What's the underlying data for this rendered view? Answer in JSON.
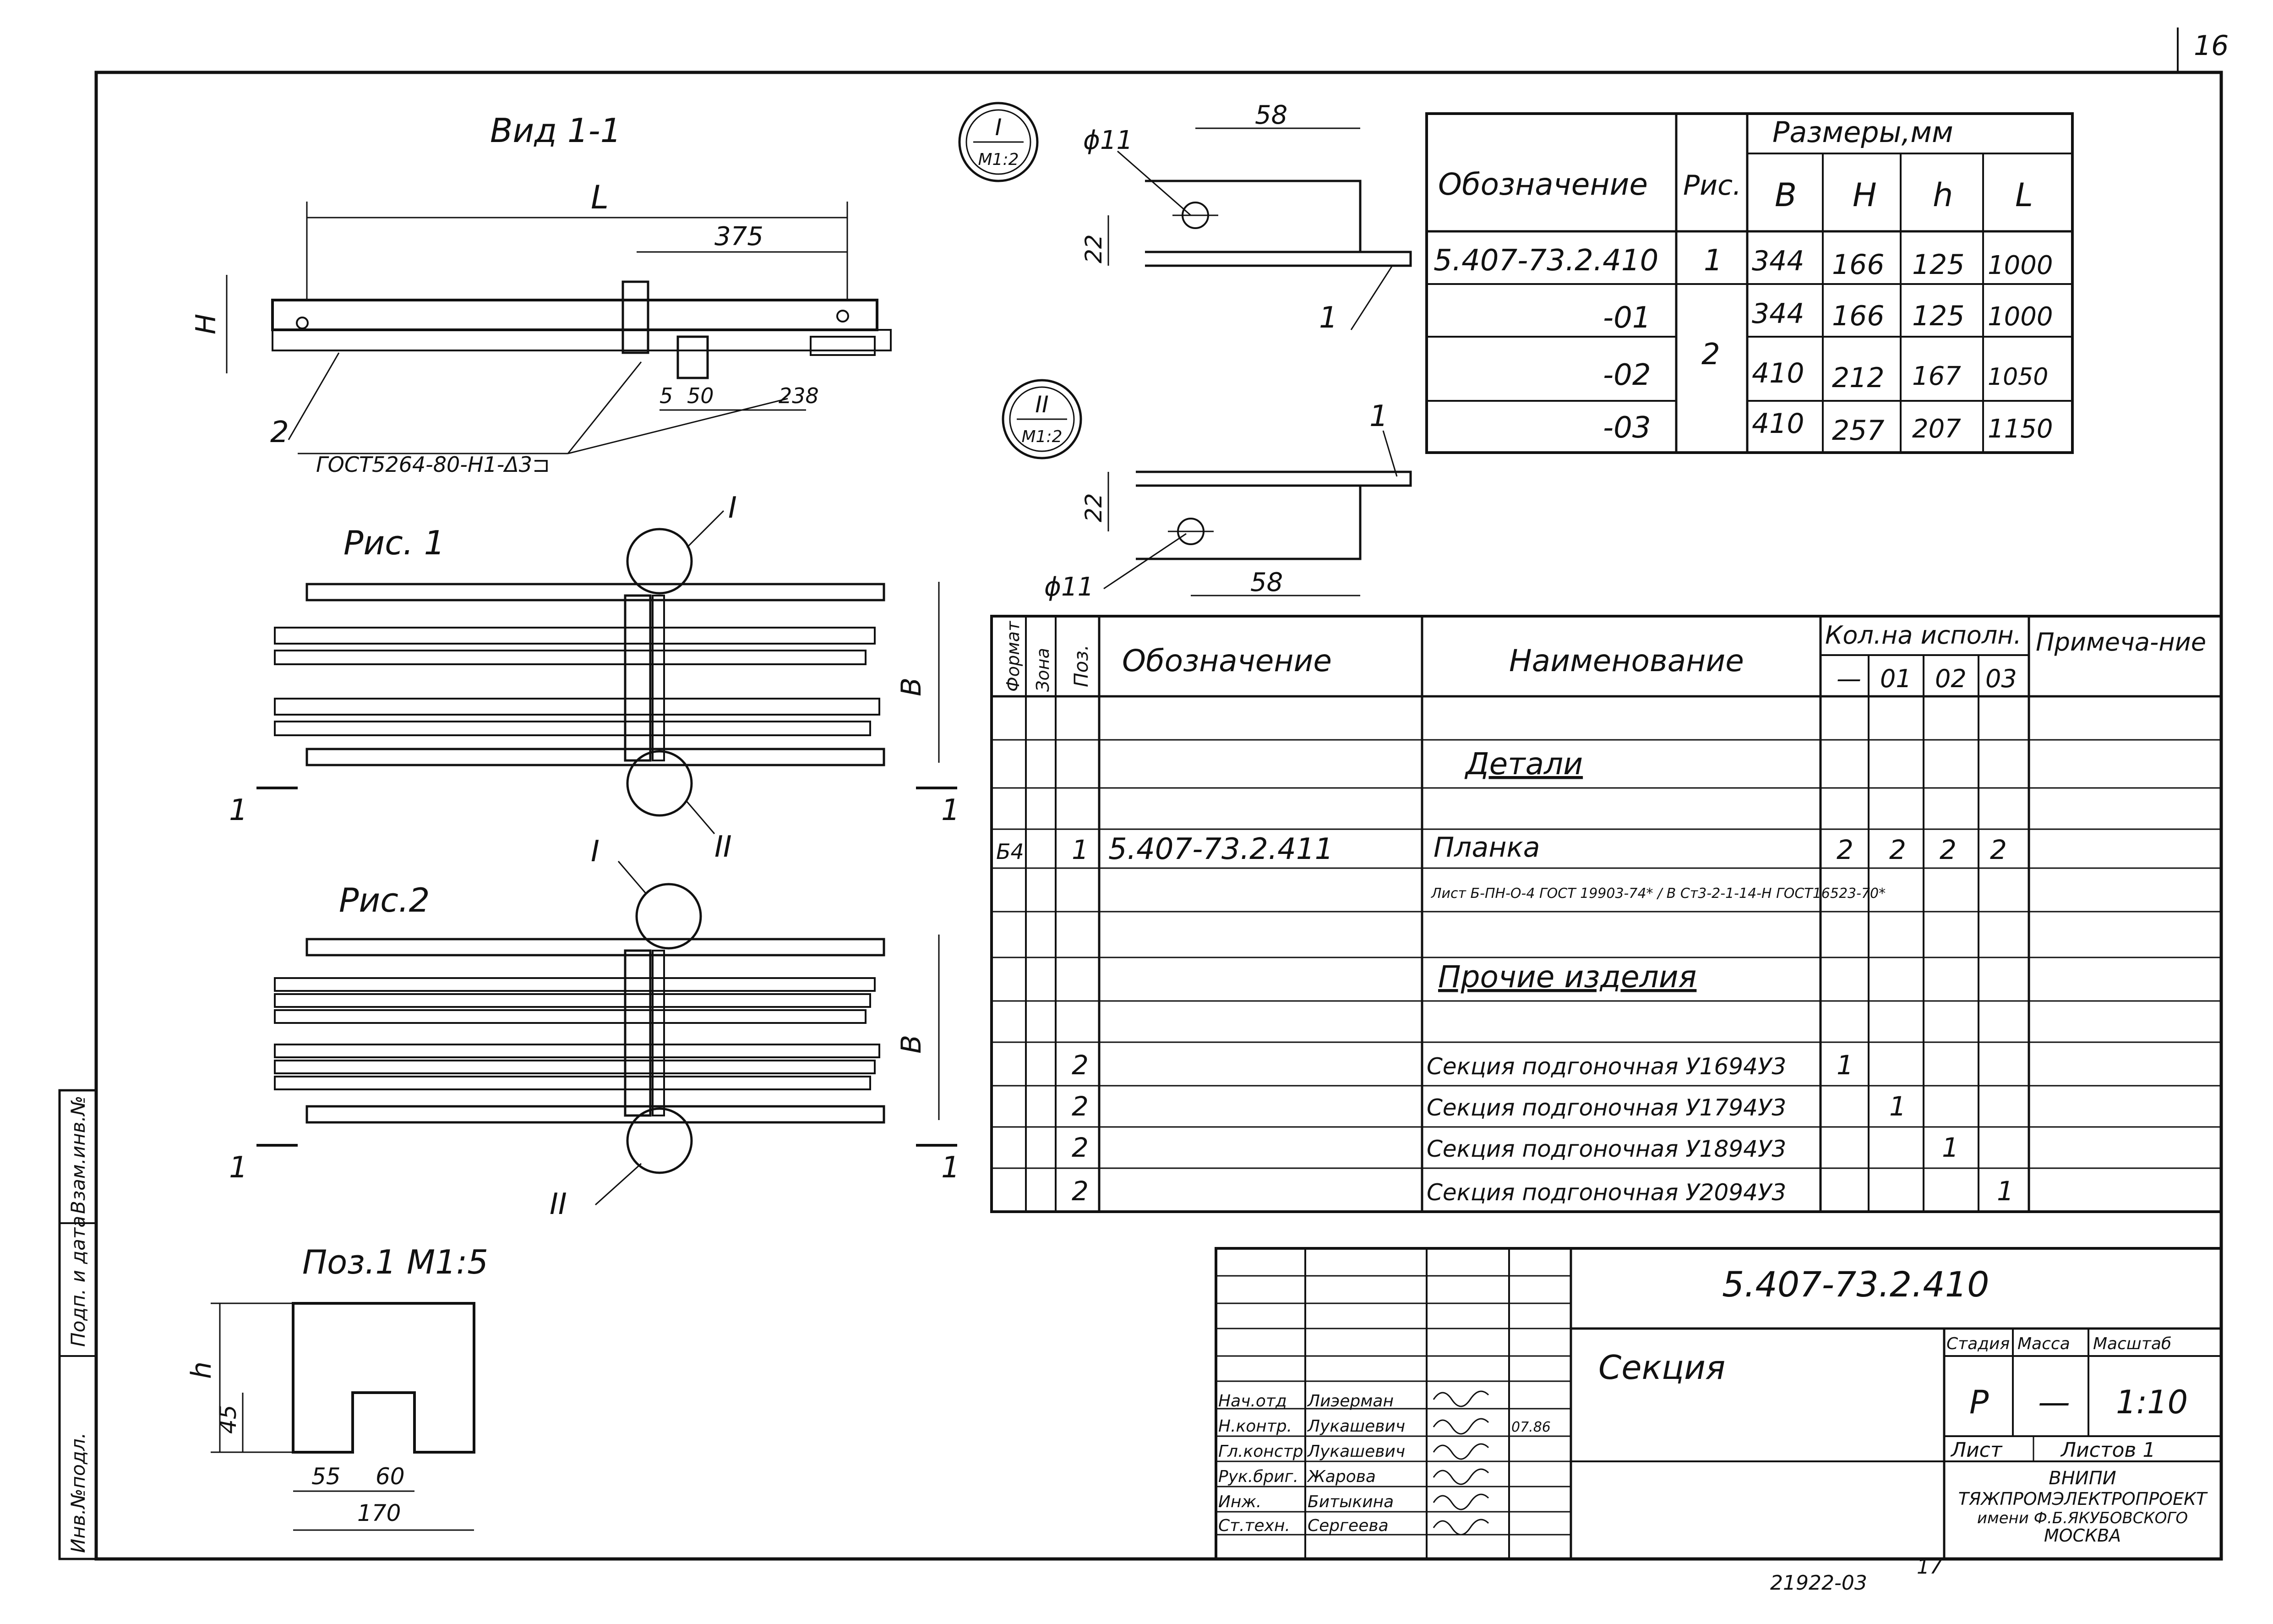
{
  "page_number": "16",
  "view_1_1": {
    "title": "Вид 1-1",
    "dim_L": "L",
    "dim_H": "H",
    "dim_375": "375",
    "dim_5": "5",
    "dim_50": "50",
    "dim_238": "238",
    "callout_2": "2",
    "weld_note": "ГОСТ5264-80-Н1-Δ3⊐"
  },
  "fig1": {
    "title": "Рис. 1",
    "callout_I": "I",
    "callout_II": "II",
    "dim_B": "B",
    "section_mark": "1"
  },
  "fig2": {
    "title": "Рис.2",
    "callout_I": "I",
    "callout_II": "II",
    "dim_B": "B",
    "section_mark": "1"
  },
  "detail_I": {
    "label": "I",
    "scale": "M1:2",
    "dia": "ϕ11",
    "dim_58": "58",
    "dim_22": "22",
    "callout_1": "1"
  },
  "detail_II": {
    "label": "II",
    "scale": "M1:2",
    "dia": "ϕ11",
    "dim_58": "58",
    "dim_22": "22",
    "callout_1": "1"
  },
  "pos1": {
    "title": "Поз.1 М1:5",
    "dim_h": "h",
    "dim_45": "45",
    "dim_55": "55",
    "dim_60": "60",
    "dim_170": "170"
  },
  "dims_table": {
    "header_designation": "Обозначение",
    "header_fig": "Рис.",
    "header_sizes": "Размеры,мм",
    "cols": [
      "B",
      "H",
      "h",
      "L"
    ],
    "rows": [
      {
        "designation": "5.407-73.2.410",
        "fig": "1",
        "B": "344",
        "H": "166",
        "h": "125",
        "L": "1000"
      },
      {
        "designation": "-01",
        "fig": "2",
        "B": "344",
        "H": "166",
        "h": "125",
        "L": "1000"
      },
      {
        "designation": "-02",
        "fig": "",
        "B": "410",
        "H": "212",
        "h": "167",
        "L": "1050"
      },
      {
        "designation": "-03",
        "fig": "",
        "B": "410",
        "H": "257",
        "h": "207",
        "L": "1150"
      }
    ]
  },
  "spec_table": {
    "h_format": "Формат",
    "h_zone": "Зона",
    "h_pos": "Поз.",
    "h_designation": "Обозначение",
    "h_name": "Наименование",
    "h_qty": "Кол.на исполн.",
    "h_qty_cols": [
      "—",
      "01",
      "02",
      "03"
    ],
    "h_note": "Примеча-ние",
    "section_details": "Детали",
    "section_other": "Прочие изделия",
    "rows": [
      {
        "format": "Б4",
        "pos": "1",
        "designation": "5.407-73.2.411",
        "name": "Планка",
        "q0": "2",
        "q1": "2",
        "q2": "2",
        "q3": "2"
      },
      {
        "format": "",
        "pos": "",
        "designation": "",
        "name": "Лист Б-ПН-О-4 ГОСТ 19903-74* / В Ст3-2-1-14-Н ГОСТ16523-70*",
        "q0": "",
        "q1": "",
        "q2": "",
        "q3": ""
      },
      {
        "format": "",
        "pos": "2",
        "designation": "",
        "name": "Секция подгоночная У1694У3",
        "q0": "1",
        "q1": "",
        "q2": "",
        "q3": ""
      },
      {
        "format": "",
        "pos": "2",
        "designation": "",
        "name": "Секция подгоночная У1794У3",
        "q0": "",
        "q1": "1",
        "q2": "",
        "q3": ""
      },
      {
        "format": "",
        "pos": "2",
        "designation": "",
        "name": "Секция подгоночная У1894У3",
        "q0": "",
        "q1": "",
        "q2": "1",
        "q3": ""
      },
      {
        "format": "",
        "pos": "2",
        "designation": "",
        "name": "Секция подгоночная У2094У3",
        "q0": "",
        "q1": "",
        "q2": "",
        "q3": "1"
      }
    ]
  },
  "title_block": {
    "doc_number": "5.407-73.2.410",
    "doc_name": "Секция",
    "stage_label": "Стадия",
    "mass_label": "Масса",
    "scale_label": "Масштаб",
    "stage": "Р",
    "mass": "—",
    "scale": "1:10",
    "sheet_label": "Лист",
    "sheets_label": "Листов 1",
    "org_lines": [
      "ВНИПИ",
      "ТЯЖПРОМЭЛЕКТРОПРОЕКТ",
      "имени Ф.Б.ЯКУБОВСКОГО",
      "МОСКВА"
    ],
    "signatures": [
      {
        "role": "Нач.отд",
        "name": "Лиэерман",
        "date": ""
      },
      {
        "role": "Н.контр.",
        "name": "Лукашевич",
        "date": "07.86"
      },
      {
        "role": "Гл.констр",
        "name": "Лукашевич",
        "date": ""
      },
      {
        "role": "Рук.бриг.",
        "name": "Жарова",
        "date": ""
      },
      {
        "role": "Инж.",
        "name": "Битыкина",
        "date": ""
      },
      {
        "role": "Ст.техн.",
        "name": "Сергеева",
        "date": ""
      }
    ]
  },
  "side_stamp": [
    "Инв.№подл.",
    "Подп. и дата",
    "Взам.инв.№"
  ],
  "footer_code": "21922-03",
  "footer_sheet": "17"
}
